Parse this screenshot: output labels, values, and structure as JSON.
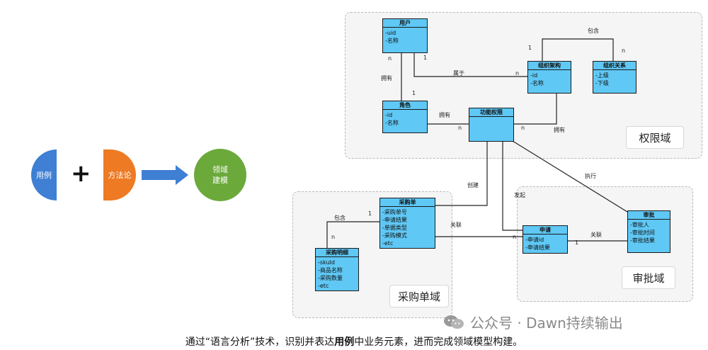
{
  "left_flow": {
    "use_case": "用例",
    "plus": "+",
    "methodology": "方法论",
    "domain_modeling": [
      "领域",
      "建模"
    ]
  },
  "domains": {
    "permission": "权限域",
    "purchase": "采购单域",
    "approval": "审批域"
  },
  "entities": {
    "user": {
      "title": "用户",
      "attrs": [
        "-uid",
        "-名称"
      ]
    },
    "org": {
      "title": "组织架构",
      "attrs": [
        "-id",
        "-名称"
      ]
    },
    "org_rel": {
      "title": "组织关系",
      "attrs": [
        "-上级",
        "-下级"
      ]
    },
    "role": {
      "title": "角色",
      "attrs": [
        "-id",
        "-名称"
      ]
    },
    "func_perm": {
      "title": "功能权限",
      "attrs": []
    },
    "purchase_order": {
      "title": "采购单",
      "attrs": [
        "-采购单号",
        "-申请结果",
        "-单据类型",
        "-采购模式",
        "-etc"
      ]
    },
    "purchase_detail": {
      "title": "采购明细",
      "attrs": [
        "-skuId",
        "-商品名称",
        "-采购数量",
        "-etc"
      ]
    },
    "request": {
      "title": "申请",
      "attrs": [
        "-申请id",
        "-申请结果"
      ]
    },
    "approval": {
      "title": "审批",
      "attrs": [
        "-审批人",
        "-审批时间",
        "-审批结果"
      ]
    }
  },
  "edge_labels": {
    "contains_org": "包含",
    "belongs_to": "属于",
    "has_user_role": "拥有",
    "has_role_perm": "拥有",
    "has_org_perm": "拥有",
    "create": "创建",
    "initiate": "发起",
    "execute": "执行",
    "contains_detail": "包含",
    "relate_po": "关联",
    "relate_approval": "关联"
  },
  "multiplicity": {
    "m1": "1",
    "m2": "n",
    "m3": "n",
    "m4": "1",
    "m5": "n",
    "m6": "1",
    "m7": "n",
    "m8": "n",
    "m9": "n",
    "m10": "1",
    "m11": "n",
    "m12": "1"
  },
  "watermark": "公众号 · Dawn持续输出",
  "caption": {
    "part1": "通过“语言分析”技术，识别并表达",
    "bold": "用例",
    "part2": "中业务元素，进而完成领域模型构建。"
  },
  "colors": {
    "use_case": "#3f7fd4",
    "methodology": "#ee7a24",
    "domain_modeling": "#6aa93a",
    "arrow": "#3f7fd4",
    "entity": "#5fc8f5"
  }
}
